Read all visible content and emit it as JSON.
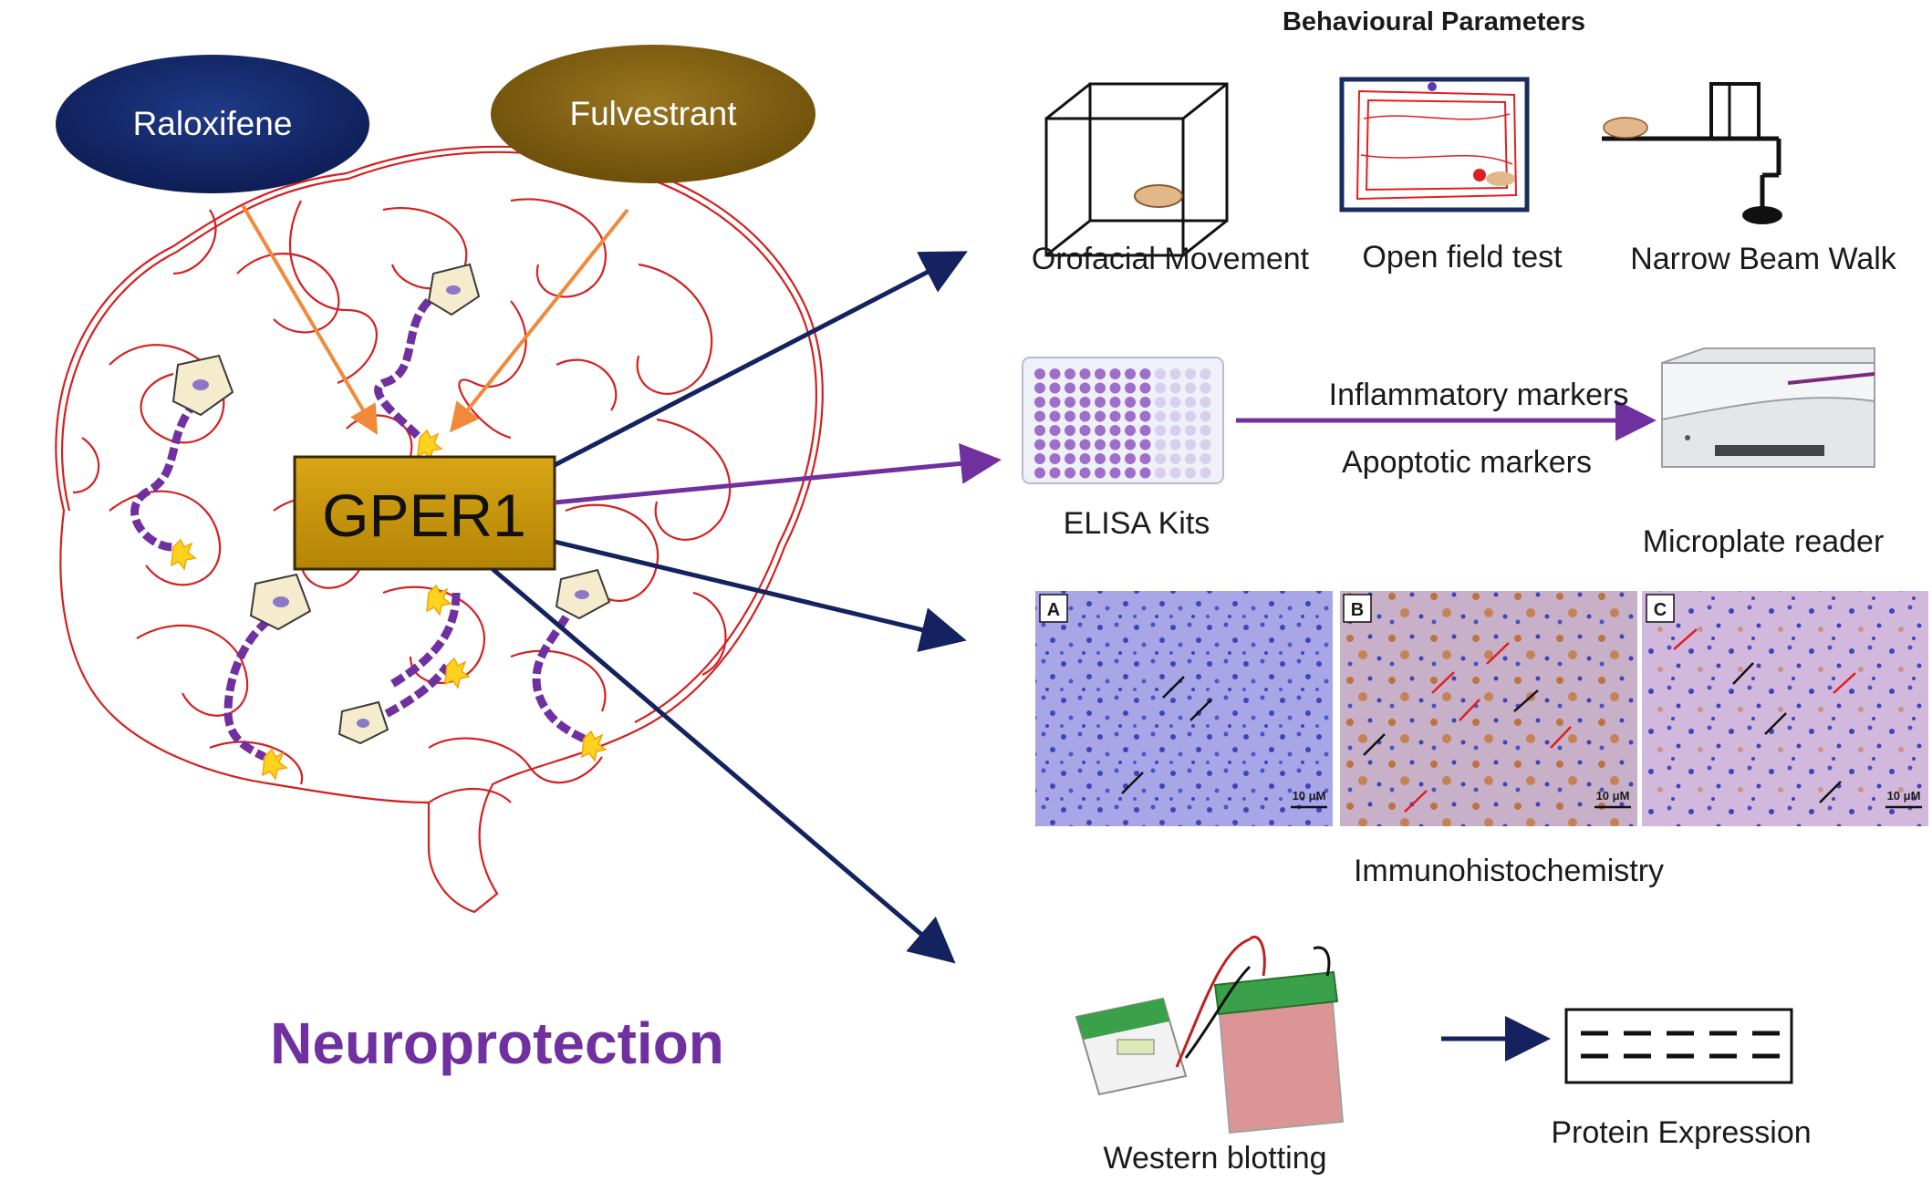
{
  "drugs": {
    "left": "Raloxifene",
    "right": "Fulvestrant"
  },
  "receptor": "GPER1",
  "outcome": "Neuroprotection",
  "behaviour": {
    "heading": "Behavioural Parameters",
    "tests": [
      "Orofacial Movement",
      "Open field test",
      "Narrow Beam Walk"
    ]
  },
  "elisa": {
    "kit_label": "ELISA Kits",
    "marker_1": "Inflammatory markers",
    "marker_2": "Apoptotic markers",
    "reader_label": "Microplate reader"
  },
  "ihc": {
    "label": "Immunohistochemistry",
    "panels": [
      "A",
      "B",
      "C"
    ],
    "scale": "10 μM"
  },
  "western": {
    "label": "Western blotting",
    "result_label": "Protein Expression"
  },
  "colors": {
    "navy": "#14235f",
    "olive": "#7a5a0c",
    "gold": "#c8980a",
    "orange": "#f08a3a",
    "purple": "#7030a0",
    "brain_red": "#d42020",
    "stain_blue": "#4a55c8",
    "stain_brown": "#b8641e"
  }
}
